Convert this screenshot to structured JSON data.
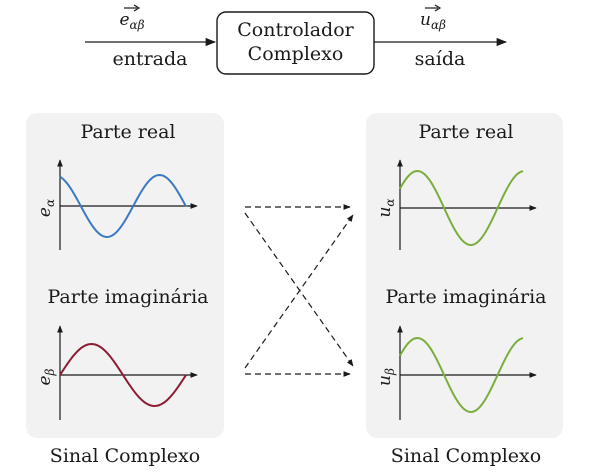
{
  "top_flow": {
    "input_vector_symbol": "e",
    "input_vector_subscript": "αβ",
    "input_label": "entrada",
    "controller_line1": "Controlador",
    "controller_line2": "Complexo",
    "output_vector_symbol": "u",
    "output_vector_subscript": "αβ",
    "output_label": "saída"
  },
  "left_panel": {
    "real_title": "Parte real",
    "real_axis_symbol": "e",
    "real_axis_subscript": "α",
    "imag_title": "Parte imaginária",
    "imag_axis_symbol": "e",
    "imag_axis_subscript": "β",
    "caption": "Sinal Complexo"
  },
  "right_panel": {
    "real_title": "Parte real",
    "real_axis_symbol": "u",
    "real_axis_subscript": "α",
    "imag_title": "Parte imaginária",
    "imag_axis_symbol": "u",
    "imag_axis_subscript": "β",
    "caption": "Sinal Complexo"
  },
  "colors": {
    "e_alpha_wave": "#3b79c2",
    "e_beta_wave": "#8b1e33",
    "u_wave": "#7aae3c",
    "panel_fill": "#f2f2f2"
  }
}
